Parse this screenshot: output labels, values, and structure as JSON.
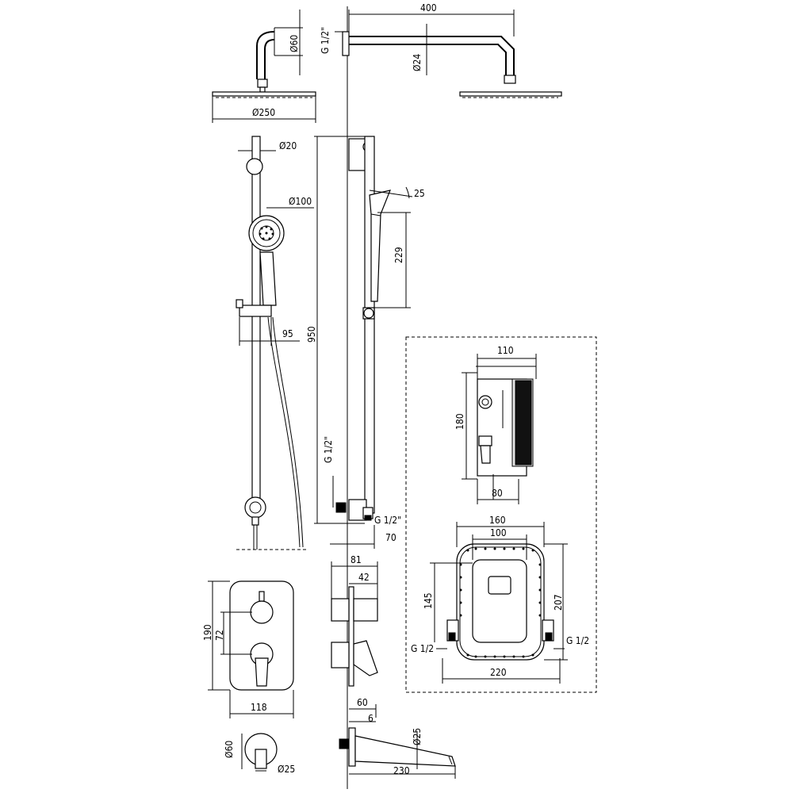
{
  "colors": {
    "line": "#000000",
    "background": "#ffffff"
  },
  "head_shower": {
    "arm_length": "400",
    "connection": "G 1/2\"",
    "flange_diameter": "Ø60",
    "arm_diameter": "Ø24",
    "head_diameter": "Ø250"
  },
  "slide_rail": {
    "rail_diameter": "Ø20",
    "hand_shower_diameter": "Ø100",
    "angle": "25",
    "hand_shower_length": "229",
    "height": "950",
    "holder_offset": "95",
    "inlet_left": "G 1/2\"",
    "inlet_right": "G 1/2\"",
    "wall_depth": "70"
  },
  "mixer": {
    "height": "190",
    "lever_offset": "72",
    "width": "118",
    "depth_total": "81",
    "depth_handle": "42"
  },
  "spout": {
    "flange_diameter": "Ø60",
    "outlet_diameter": "Ø25",
    "projection": "60",
    "gap": "6",
    "spout_diameter": "Ø25",
    "length": "230"
  },
  "concealed_box": {
    "width": "110",
    "height": "180",
    "depth": "80",
    "overall_width": "160",
    "plate_width": "100",
    "inner_height": "145",
    "overall_height": "207",
    "inlet_left": "G 1/2",
    "inlet_right": "G 1/2",
    "base_width": "220"
  }
}
